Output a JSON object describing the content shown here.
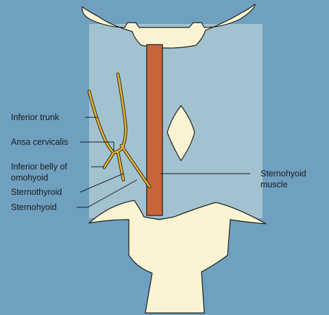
{
  "colors": {
    "background": "#6fa0c0",
    "neck_region": "#a3c2d0",
    "bone": "#fbf4d2",
    "muscle": "#c8653a",
    "nerve": "#e6b230",
    "outline": "#1a1a1a"
  },
  "labels": {
    "inferior_trunk": "Inferior trunk",
    "ansa_cervicalis": "Ansa cervicalis",
    "inferior_belly_line1": "Inferior belly of",
    "inferior_belly_line2": "omohyoid",
    "sternothyroid": "Sternothyroid",
    "sternohyoid": "Sternohyoid",
    "sternohyoid_muscle_line1": "Sternohyoid",
    "sternohyoid_muscle_line2": "muscle"
  }
}
